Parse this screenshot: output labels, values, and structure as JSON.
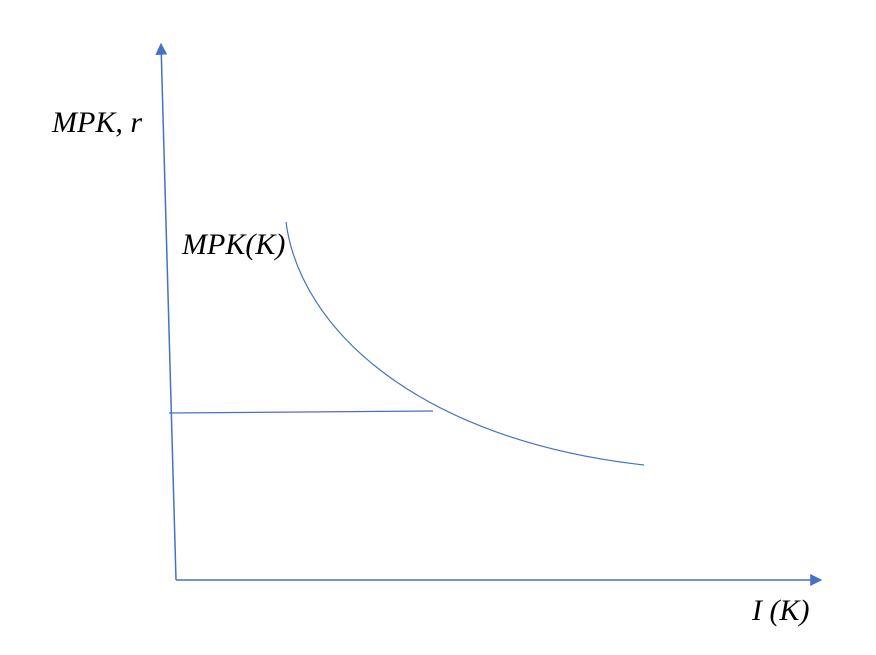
{
  "diagram": {
    "y_axis_label": "MPK, r",
    "x_axis_label": "I (K)",
    "curve_label": "MPK(K)",
    "line_color": "#4472C4",
    "text_color": "#000000"
  }
}
